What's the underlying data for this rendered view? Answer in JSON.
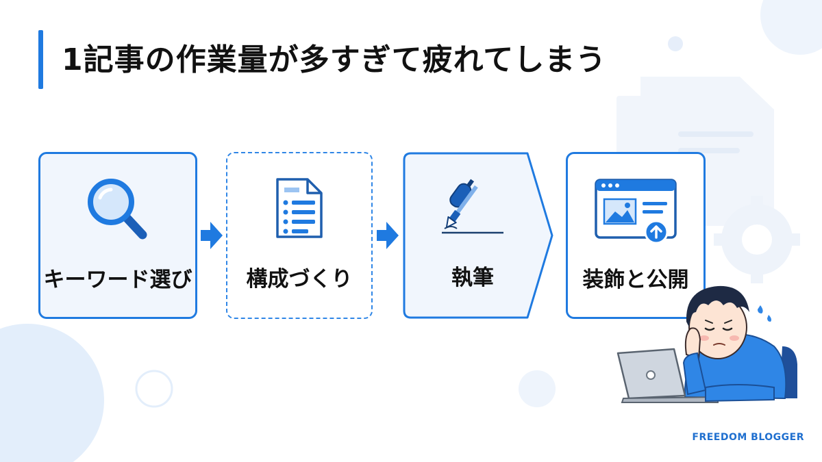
{
  "slide": {
    "title": "1記事の作業量が多すぎて疲れてしまう"
  },
  "steps": [
    {
      "label": "キーワード選び",
      "icon": "magnifier-icon"
    },
    {
      "label": "構成づくり",
      "icon": "document-list-icon"
    },
    {
      "label": "執筆",
      "icon": "fountain-pen-icon"
    },
    {
      "label": "装飾と公開",
      "icon": "browser-upload-icon"
    }
  ],
  "footer": {
    "brand": "FREEDOM BLOGGER"
  },
  "colors": {
    "accent": "#1f7ae0",
    "card_fill": "#f1f6fd",
    "text": "#111111"
  }
}
